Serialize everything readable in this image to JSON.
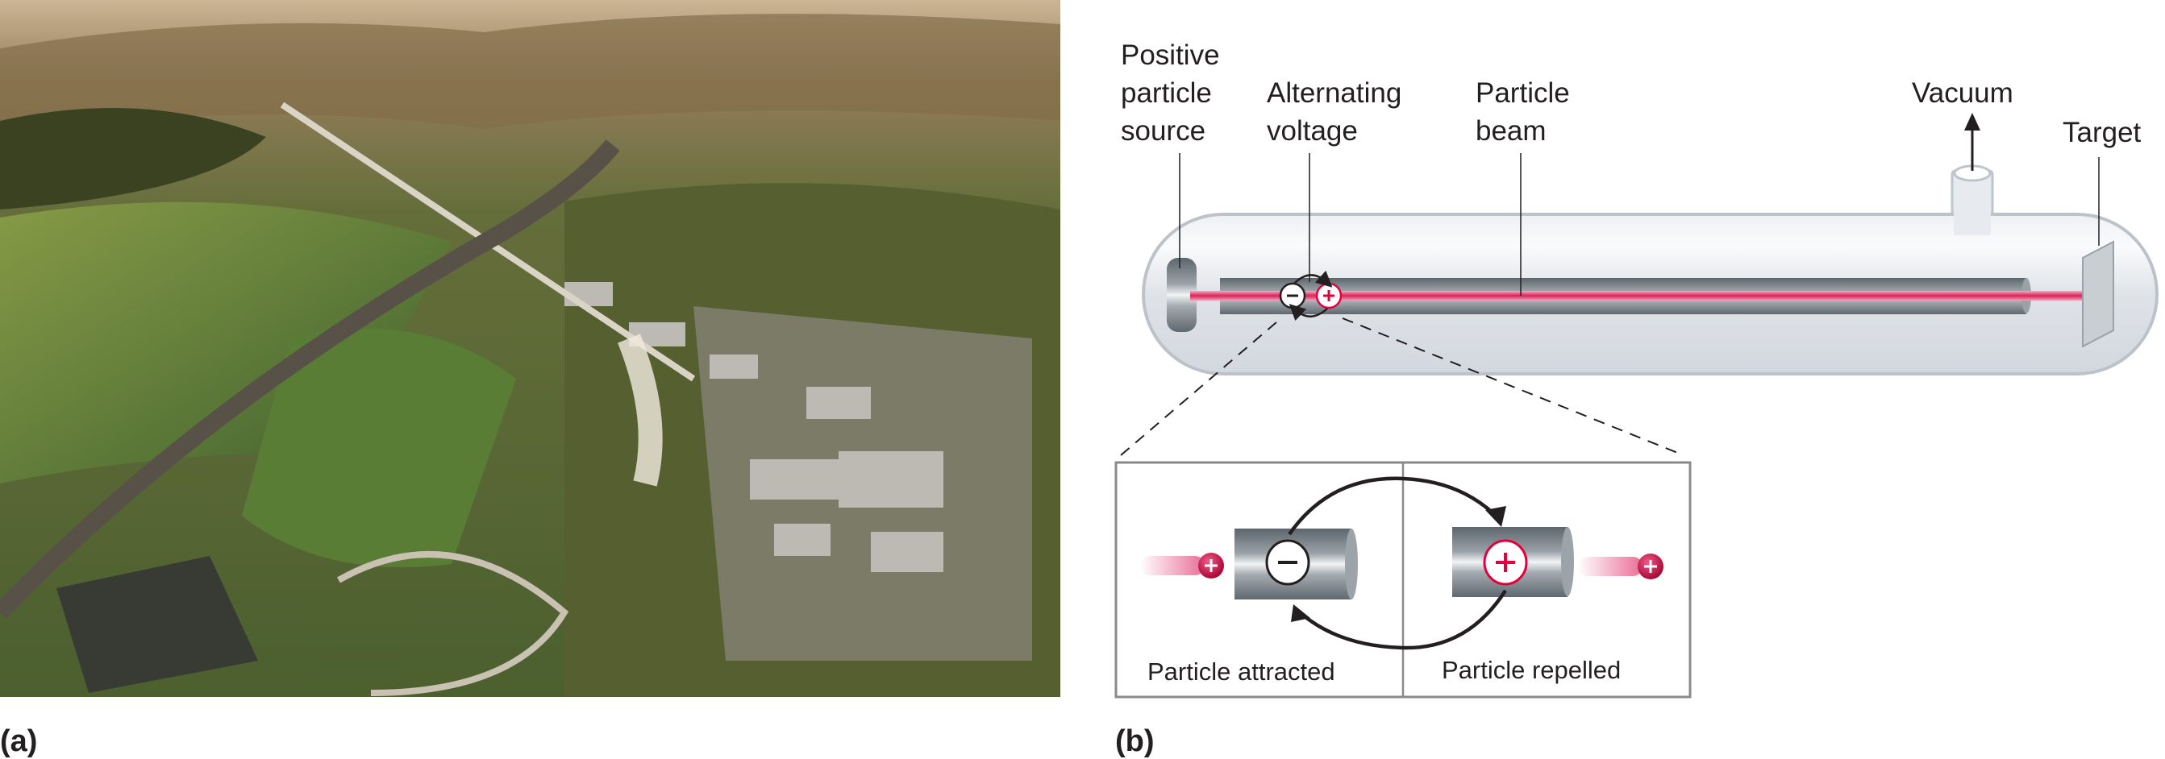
{
  "panels": {
    "a": {
      "label": "(a)"
    },
    "b": {
      "label": "(b)"
    }
  },
  "diagram": {
    "labels": {
      "source": [
        "Positive",
        "particle",
        "source"
      ],
      "voltage": [
        "Alternating",
        "voltage"
      ],
      "beam": [
        "Particle",
        "beam"
      ],
      "vacuum": "Vacuum",
      "target": "Target"
    },
    "inset": {
      "left_caption": "Particle attracted",
      "right_caption": "Particle repelled",
      "left_electrode_sign": "−",
      "right_electrode_sign": "+",
      "particle_sign": "+"
    }
  },
  "colors": {
    "beam": "#e0306a",
    "positive": "#e4003a",
    "tube": "#dde1e6",
    "electrode": "#6d767d"
  }
}
